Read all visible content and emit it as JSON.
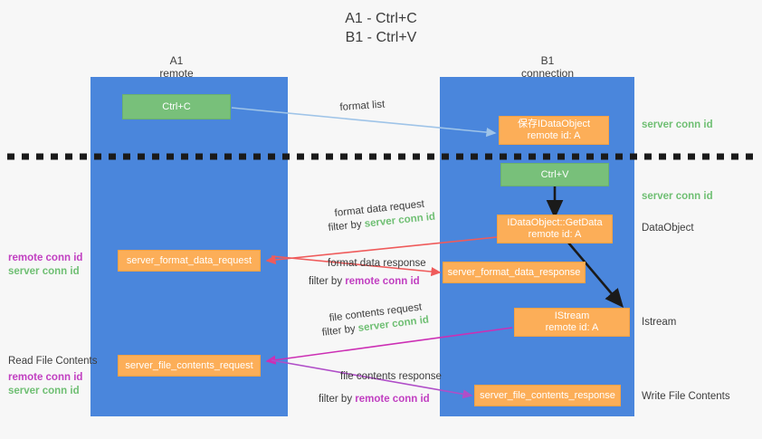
{
  "title": "A1 - Ctrl+C\nB1 - Ctrl+V",
  "colors": {
    "lane": "#4a86dc",
    "green_box": "#78c07a",
    "orange_box": "#fcae58",
    "server_conn_id": "#6fbf73",
    "remote_conn_id": "#c13fc1",
    "arrow_blue": "#9fc4e8",
    "arrow_red": "#ef5b5b",
    "arrow_magenta": "#cc2fb4",
    "arrow_purple": "#b04ec8",
    "arrow_black": "#1a1a1a",
    "divider": "#1a1a1a",
    "background": "#f7f7f7"
  },
  "columns": [
    {
      "name": "A1",
      "sub": "remote"
    },
    {
      "name": "B1",
      "sub": "connection"
    }
  ],
  "boxes": {
    "ctrl_c": {
      "line1": "Ctrl+C"
    },
    "idataobject_remote": {
      "line1": "保存IDataObject",
      "line2": "remote id: A"
    },
    "ctrl_v": {
      "line1": "Ctrl+V"
    },
    "getdata": {
      "line1": "IDataObject::GetData",
      "line2": "remote id: A"
    },
    "format_data_request": {
      "line1": "server_format_data_request"
    },
    "format_data_response": {
      "line1": "server_format_data_response"
    },
    "istream": {
      "line1": "IStream",
      "line2": "remote id: A"
    },
    "file_contents_request": {
      "line1": "server_file_contents_request"
    },
    "file_contents_response": {
      "line1": "server_file_contents_response"
    }
  },
  "arrow_labels": {
    "format_list": "format list",
    "format_data_request": "format data request",
    "format_data_request_filter_prefix": "filter by ",
    "format_data_request_filter_value": "server conn id",
    "format_data_response": "format data response",
    "format_data_response_filter_prefix": "filter by ",
    "format_data_response_filter_value": "remote conn id",
    "file_contents_request": "file contents request",
    "file_contents_request_filter_prefix": "filter by ",
    "file_contents_request_filter_value": "server conn id",
    "file_contents_response": "file contents response",
    "file_contents_response_filter_prefix": "filter by ",
    "file_contents_response_filter_value": "remote conn id"
  },
  "right_annotations": [
    {
      "text": "server conn id",
      "kind": "green"
    },
    {
      "text": "server conn id",
      "kind": "green"
    },
    {
      "text": "DataObject",
      "kind": "plain"
    },
    {
      "text": "Istream",
      "kind": "plain"
    },
    {
      "text": "Write File Contents",
      "kind": "plain"
    }
  ],
  "left_annotations": {
    "mid_remote": "remote conn id",
    "mid_server": "server conn id",
    "read_file_contents": "Read File Contents",
    "bottom_remote": "remote conn id",
    "bottom_server": "server conn id"
  }
}
